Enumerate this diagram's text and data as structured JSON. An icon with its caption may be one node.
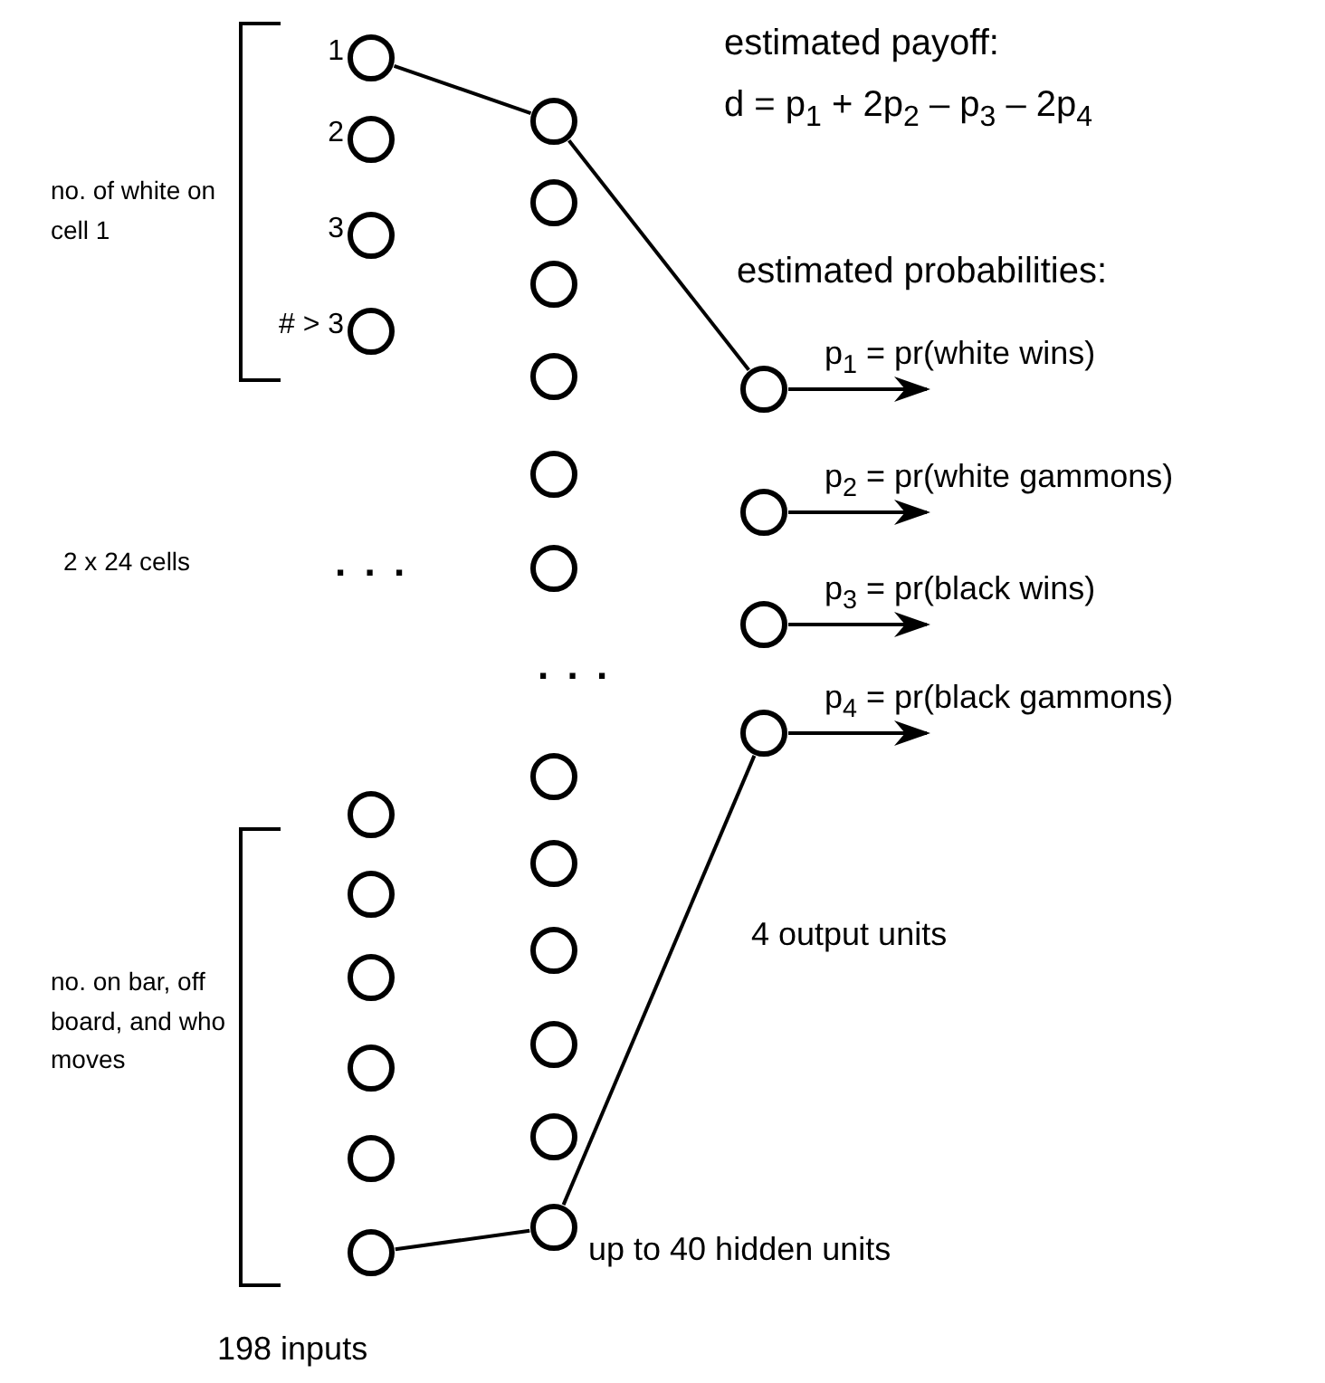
{
  "diagram": {
    "nodes": [
      {
        "text": [],
        "shape": "circle",
        "beside": [
          "1"
        ]
      },
      {
        "text": [],
        "shape": "circle",
        "beside": [
          "2"
        ]
      },
      {
        "text": [],
        "shape": "circle",
        "beside": [
          "3"
        ]
      },
      {
        "text": [],
        "shape": "circle",
        "beside": [
          "# > 3"
        ]
      },
      {
        "text": [],
        "shape": "circle"
      },
      {
        "text": [],
        "shape": "circle"
      },
      {
        "text": [],
        "shape": "circle"
      },
      {
        "text": [],
        "shape": "circle"
      },
      {
        "text": [],
        "shape": "circle"
      },
      {
        "text": [],
        "shape": "circle"
      },
      {
        "text": [],
        "shape": "circle"
      },
      {
        "text": [],
        "shape": "circle"
      },
      {
        "text": [],
        "shape": "circle"
      },
      {
        "text": [],
        "shape": "circle"
      },
      {
        "text": [],
        "shape": "circle"
      },
      {
        "text": [],
        "shape": "circle"
      },
      {
        "text": [],
        "shape": "circle"
      },
      {
        "text": [],
        "shape": "circle"
      },
      {
        "text": [],
        "shape": "circle"
      },
      {
        "text": [],
        "shape": "circle"
      },
      {
        "text": [],
        "shape": "circle"
      },
      {
        "text": [],
        "shape": "circle"
      },
      {
        "text": [],
        "shape": "circle"
      },
      {
        "text": [],
        "shape": "circle"
      },
      {
        "text": [],
        "shape": "circle"
      },
      {
        "text": [],
        "shape": "circle"
      }
    ],
    "edges": [
      {
        "from": 0,
        "to": 10,
        "arrow": "none"
      },
      {
        "from": 10,
        "to": 22,
        "arrow": "none"
      },
      {
        "from": 9,
        "to": 21,
        "arrow": "none"
      },
      {
        "from": 21,
        "to": 25,
        "arrow": "none"
      },
      {
        "from": 22,
        "to": null,
        "arrow": "to",
        "label": "p$_{1}$ = pr(white wins)"
      },
      {
        "from": 23,
        "to": null,
        "arrow": "to",
        "label": "p$_{2}$ = pr(white gammons)"
      },
      {
        "from": 24,
        "to": null,
        "arrow": "to",
        "label": "p$_{3}$ = pr(black wins)"
      },
      {
        "from": 25,
        "to": null,
        "arrow": "to",
        "label": "p$_{4}$ = pr(black gammons)"
      }
    ],
    "labels": [
      "estimated payoff:",
      "d = p$_{1}$ + 2p$_{2}$ – p$_{3}$ – 2p$_{4}$",
      "no. of white on cell 1",
      "estimated probabilities:",
      "2 x 24 cells",
      ". . .",
      ". . .",
      "4 output units",
      "no. on bar, off board, and who moves",
      "up to 40 hidden units",
      "198 inputs"
    ]
  }
}
